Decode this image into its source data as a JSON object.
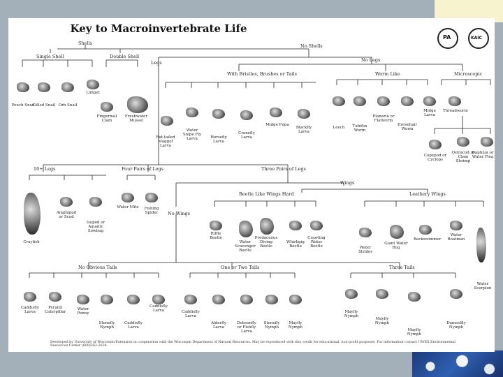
{
  "title": "Key to Macroinvertebrate Life",
  "branches": {
    "shells": "Shells",
    "no_shells": "No Shells",
    "single_shell": "Single Shell",
    "double_shell": "Double Shell",
    "legs": "Legs",
    "no_legs": "No Legs",
    "with_bristles": "With Bristles, Brushes or Tails",
    "worm_like": "Worm Like",
    "microscopic": "Microscopic",
    "ten_legs": "10+ Legs",
    "four_pairs": "Four Pairs of Legs",
    "three_pairs": "Three Pairs of Legs",
    "wings": "Wings",
    "beetle_wings": "Beetle Like Wings Hard",
    "leathery_wings": "Leathery Wings",
    "no_wings": "No Wings",
    "no_tails": "No Obvious Tails",
    "one_two_tails": "One or Two Tails",
    "three_tails": "Three Tails"
  },
  "organisms": [
    "Pouch Snail",
    "Gilled Snail",
    "Orb Snail",
    "Limpet",
    "Fingernail Clam",
    "Freshwater Mussel",
    "Rat-tailed Maggot Larva",
    "Water Snipe Fly Larva",
    "Horsefly Larva",
    "Cranefly Larva",
    "Midge Pupa",
    "Blackfly Larva",
    "Leech",
    "Tubifex Worm",
    "Planaria or Flatworm",
    "Horsehair Worm",
    "Midge Larva",
    "Threadworm",
    "Copepod or Cyclops",
    "Ostracod or Clam Shrimp",
    "Daphnia or Water Flea",
    "Crayfish",
    "Amphipod or Scud",
    "Isopod or Aquatic Sowbug",
    "Water Mite",
    "Fishing Spider",
    "Riffle Beetle",
    "Water Scavenger Beetle",
    "Predaceous Diving Beetle",
    "Whirligig Beetle",
    "Crawling Water Beetle",
    "Water Strider",
    "Giant Water Bug",
    "Backswimmer",
    "Water Boatman",
    "Water Scorpion",
    "Caddisfly Larva",
    "Pyralid Caterpillar",
    "Water Penny",
    "Stonefly Nymph",
    "Caddisfly Larva",
    "Caddisfly Larva",
    "Caddisfly Larva",
    "Alderfly Larva",
    "Dobsonfly or Fishfly Larva",
    "Stonefly Nymph",
    "Mayfly Nymph",
    "Mayfly Nymph",
    "Mayfly Nymph",
    "Mayfly Nymph",
    "Damselfly Nymph"
  ],
  "logos": {
    "left": "PA",
    "right": "KAIC"
  },
  "footer": "Developed by University of Wisconsin-Extension in cooperation with the Wisconsin Department of Natural Resources. May be reproduced with this credit for educational, non-profit purposes. For information contact UWEX Environmental Resources Center (608)262-2634."
}
